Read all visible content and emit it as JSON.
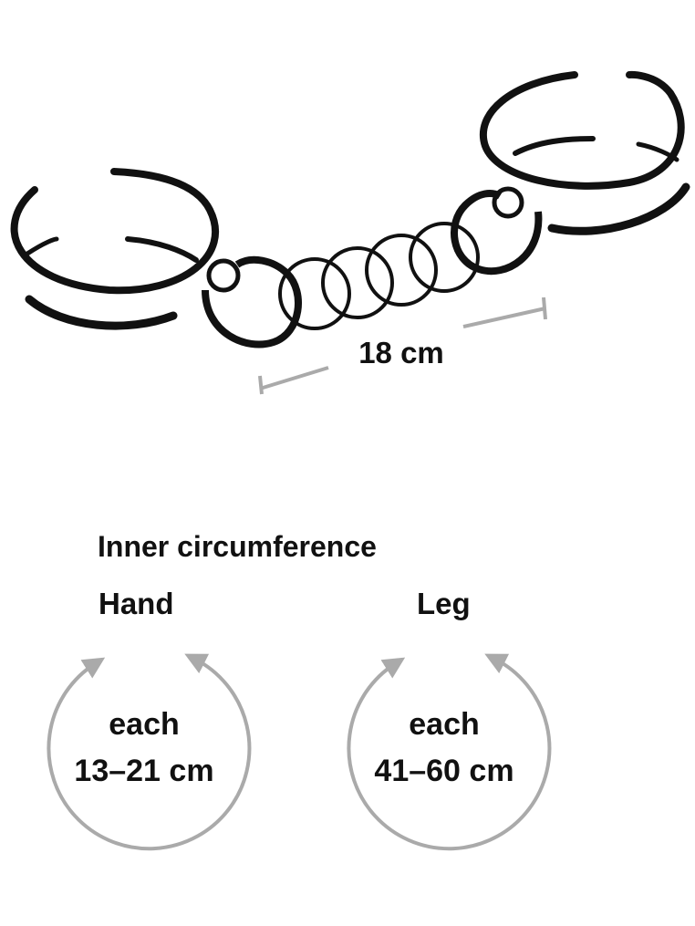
{
  "length_label": "18 cm",
  "heading": "Inner circumference",
  "hand": {
    "title": "Hand",
    "line1": "each",
    "line2": "13–21 cm"
  },
  "leg": {
    "title": "Leg",
    "line1": "each",
    "line2": "41–60 cm"
  },
  "colors": {
    "ink": "#111111",
    "measure": "#aaaaaa"
  }
}
